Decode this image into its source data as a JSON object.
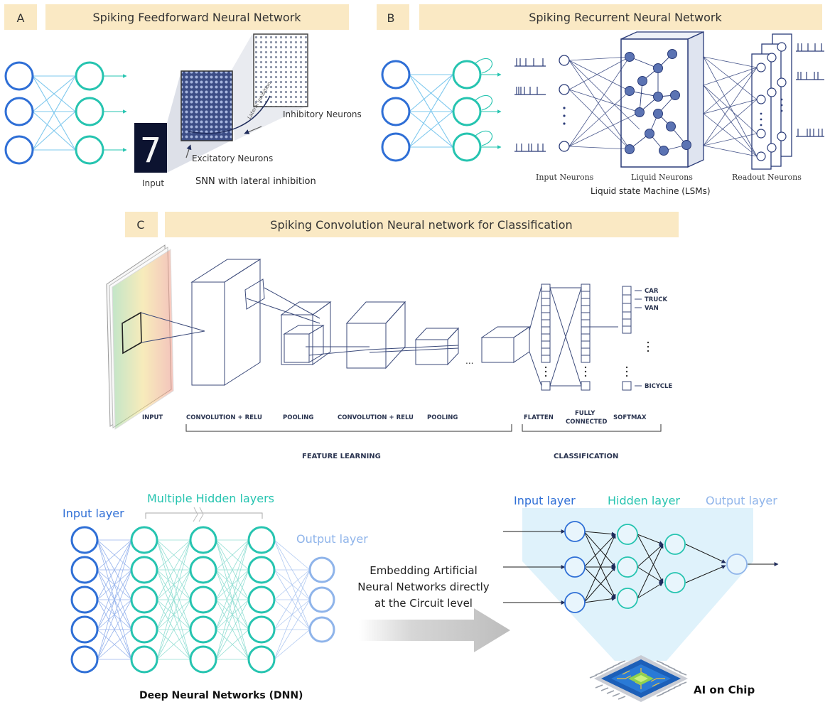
{
  "panels": {
    "a": {
      "letter": "A",
      "title": "Spiking Feedforward Neural Network",
      "input_label": "Input",
      "digit": "7",
      "excitatory_label": "Excitatory Neurons",
      "inhibitory_label": "Inhibitory Neurons",
      "lateral_label": "Lateral inhibition",
      "caption": "SNN with lateral  inhibition"
    },
    "b": {
      "letter": "B",
      "title": "Spiking Recurrent Neural Network",
      "input_neurons_label": "Input Neurons",
      "liquid_neurons_label": "Liquid Neurons",
      "readout_neurons_label": "Readout Neurons",
      "caption": "Liquid state Machine (LSMs)"
    },
    "c": {
      "letter": "C",
      "title": "Spiking Convolution Neural  network for Classification",
      "stage_labels": [
        "INPUT",
        "CONVOLUTION + RELU",
        "POOLING",
        "CONVOLUTION + RELU",
        "POOLING",
        "FLATTEN",
        "FULLY",
        "CONNECTED",
        "SOFTMAX"
      ],
      "group_labels": [
        "FEATURE LEARNING",
        "CLASSIFICATION"
      ],
      "class_labels": [
        "CAR",
        "TRUCK",
        "VAN",
        "BICYCLE"
      ]
    },
    "d": {
      "input_layer": "Input layer",
      "hidden_layers": "Multiple Hidden layers",
      "output_layer": "Output layer",
      "caption": "Deep Neural Networks (DNN)"
    },
    "e": {
      "arrow_text": [
        "Embedding Artificial",
        "Neural Networks directly",
        "at the Circuit level"
      ]
    },
    "f": {
      "input_layer": "Input layer",
      "hidden_layer": "Hidden layer",
      "output_layer": "Output layer",
      "caption": "AI on Chip"
    }
  },
  "colors": {
    "banner": "#fae9c4",
    "blue": "#2f6fd6",
    "teal": "#26c4b0",
    "light_blue": "#8fb4ea",
    "navy": "#1f2c5c",
    "chip_glow": "#dff2fb"
  }
}
